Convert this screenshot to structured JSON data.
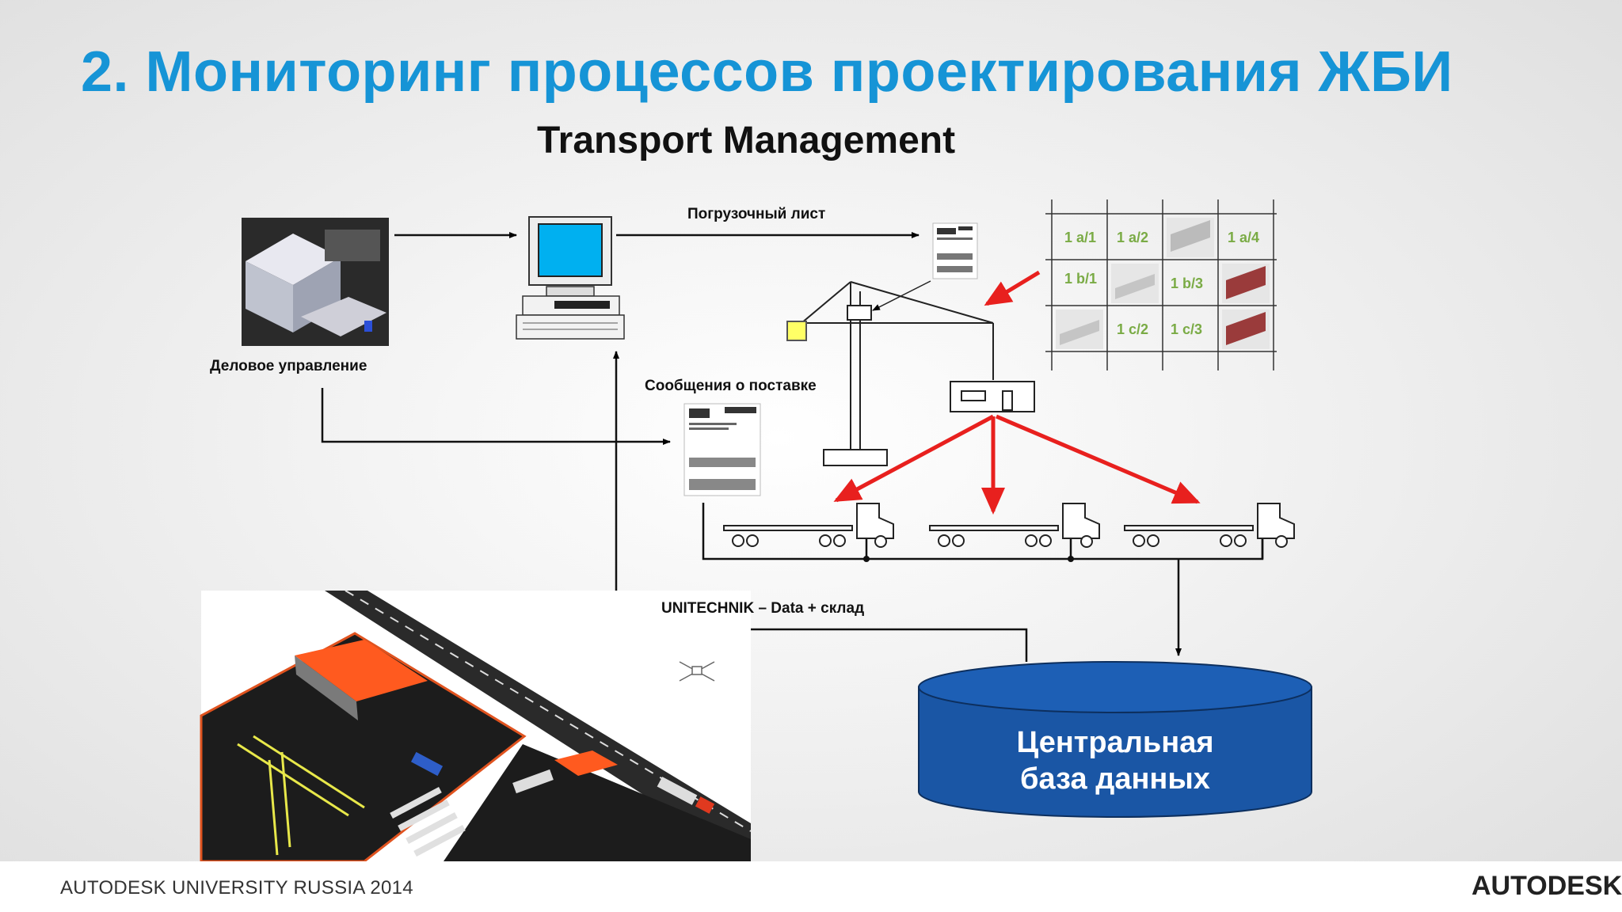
{
  "slide": {
    "title": "2. Мониторинг процессов проектирования ЖБИ",
    "subtitle": "Transport Management"
  },
  "labels": {
    "business": "Деловое управление",
    "loading_list": "Погрузочный лист",
    "delivery_messages": "Сообщения о поставке",
    "unitechnik": "UNITECHNIK – Data + склад",
    "database_line1": "Центральная",
    "database_line2": "база данных"
  },
  "storage_grid": {
    "cells": [
      "1 a/1",
      "1 a/2",
      "1 a/4",
      "1 b/1",
      "1 b/3",
      "1 c/2",
      "1 c/3"
    ]
  },
  "footer": {
    "left_text": "AUTODESK UNIVERSITY RUSSIA 2014",
    "right_text": "AUTODESK."
  },
  "colors": {
    "title": "#1694d6",
    "arrow_red": "#e8201e",
    "database_fill": "#1a56a5",
    "grid_text": "#7aab45"
  }
}
